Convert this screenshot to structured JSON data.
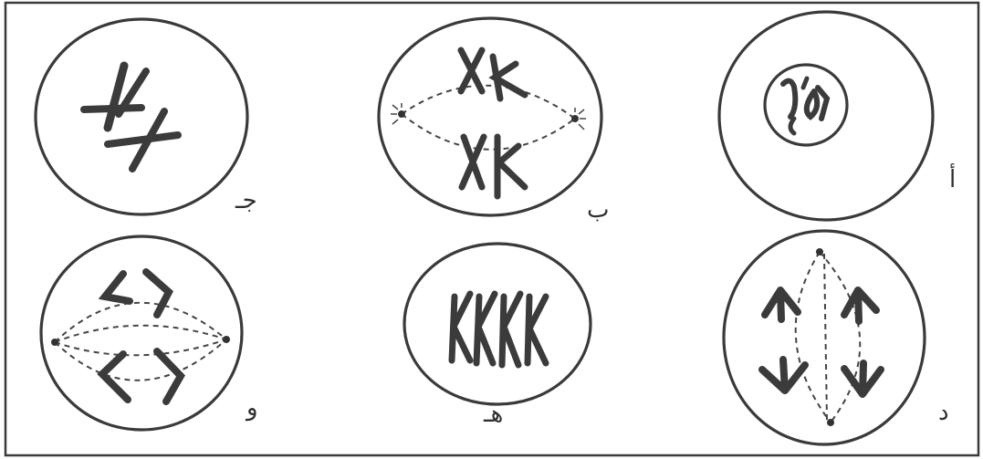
{
  "figure": {
    "cells": [
      {
        "id": "a",
        "label": "أ",
        "stage": "prophase"
      },
      {
        "id": "b",
        "label": "ب",
        "stage": "metaphase-paired"
      },
      {
        "id": "c",
        "label": "جـ",
        "stage": "scattered-chromosomes"
      },
      {
        "id": "d",
        "label": "د",
        "stage": "anaphase"
      },
      {
        "id": "e",
        "label": "هـ",
        "stage": "aligned-chromosomes"
      },
      {
        "id": "f",
        "label": "و",
        "stage": "late-metaphase"
      }
    ]
  }
}
